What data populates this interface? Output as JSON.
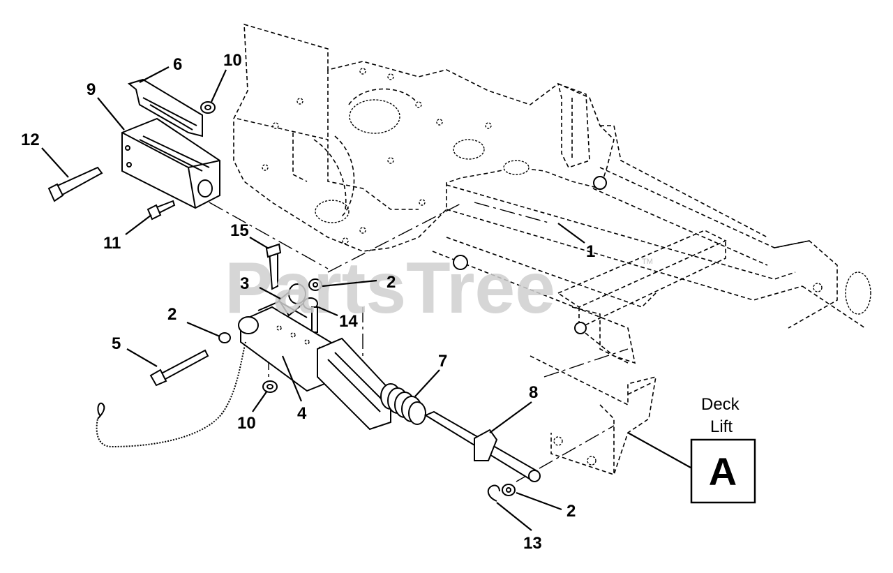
{
  "watermark": {
    "text": "PartsTree",
    "tm": "TM"
  },
  "section_label": {
    "line1": "Deck",
    "line2": "Lift",
    "box_letter": "A"
  },
  "callouts": [
    {
      "id": "c1",
      "label": "1"
    },
    {
      "id": "c2a",
      "label": "2"
    },
    {
      "id": "c2b",
      "label": "2"
    },
    {
      "id": "c2c",
      "label": "2"
    },
    {
      "id": "c3",
      "label": "3"
    },
    {
      "id": "c4",
      "label": "4"
    },
    {
      "id": "c5",
      "label": "5"
    },
    {
      "id": "c6",
      "label": "6"
    },
    {
      "id": "c7",
      "label": "7"
    },
    {
      "id": "c8",
      "label": "8"
    },
    {
      "id": "c9",
      "label": "9"
    },
    {
      "id": "c10a",
      "label": "10"
    },
    {
      "id": "c10b",
      "label": "10"
    },
    {
      "id": "c11",
      "label": "11"
    },
    {
      "id": "c12",
      "label": "12"
    },
    {
      "id": "c13",
      "label": "13"
    },
    {
      "id": "c14",
      "label": "14"
    },
    {
      "id": "c15",
      "label": "15"
    }
  ]
}
